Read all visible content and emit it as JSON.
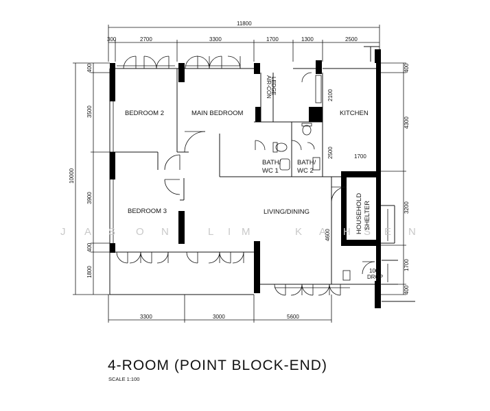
{
  "plan": {
    "title": "4-ROOM (POINT BLOCK-END)",
    "scale": "SCALE  1:100",
    "watermark": [
      "J",
      "A",
      "S",
      "O",
      "N",
      "L",
      "I",
      "M",
      "K",
      "A",
      "H",
      "S",
      "E",
      "N"
    ],
    "rooms": {
      "bedroom2": "BEDROOM 2",
      "main_bedroom": "MAIN BEDROOM",
      "bedroom3": "BEDROOM 3",
      "kitchen": "KITCHEN",
      "living_dining": "LIVING/DINING",
      "bath1_a": "BATH/",
      "bath1_b": "WC 1",
      "bath2_a": "BATH/",
      "bath2_b": "WC 2",
      "aircon_a": "AIR-CON",
      "aircon_b": "LEDGE",
      "shelter_a": "HOUSEHOLD",
      "shelter_b": "SHELTER",
      "drop_a": "100",
      "drop_b": "DROP"
    },
    "dims_top_total": "11800",
    "dims_top": [
      "300",
      "2700",
      "3300",
      "1700",
      "1300",
      "2500"
    ],
    "dims_left_total": "10000",
    "dims_left": [
      "400",
      "3500",
      "3900",
      "400",
      "1800"
    ],
    "dims_right": [
      "400",
      "4300",
      "3200",
      "1700",
      "400"
    ],
    "dims_bottom": [
      "3300",
      "3000",
      "5600"
    ],
    "dims_inner": [
      "2100",
      "2500",
      "1700",
      "4600"
    ],
    "colors": {
      "ink": "#111111",
      "wall": "#000000",
      "watermark": "#c9c9c9"
    }
  }
}
